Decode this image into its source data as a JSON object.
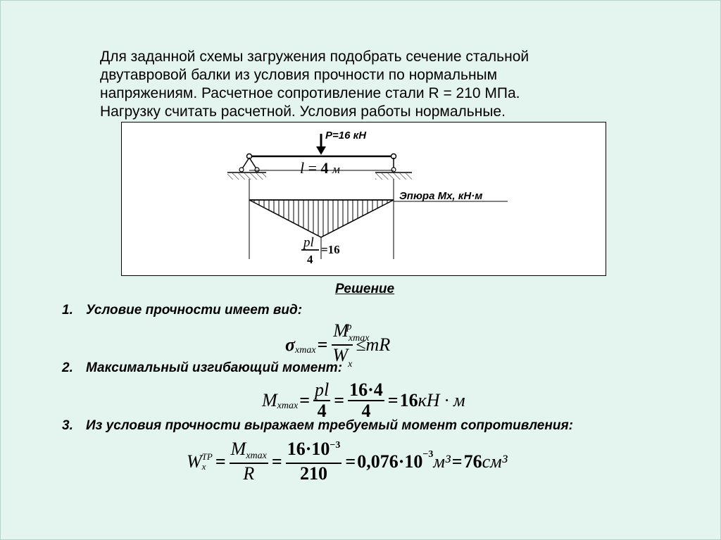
{
  "problem_text": [
    "Для заданной схемы загружения подобрать сечение стальной",
    "двутавровой балки из условия прочности по нормальным",
    "напряжениям. Расчетное сопротивление стали R = 210 МПа.",
    "Нагрузку считать расчетной. Условия работы нормальные."
  ],
  "diagram": {
    "load_label": "P=16 кН",
    "span_label_l": "l",
    "span_label_eq": "= ",
    "span_label_value": "4",
    "span_label_unit": "м",
    "epure_label": "Эпюра Мх, кН·м",
    "max_label_num": "pl",
    "max_label_den": "4",
    "max_label_value": "=16"
  },
  "solution": {
    "heading": "Решение",
    "steps": [
      {
        "number": "1.",
        "text": "Условие прочности имеет вид:"
      },
      {
        "number": "2.",
        "text": "Максимальный изгибающий момент:"
      },
      {
        "number": "3.",
        "text": "Из условия прочности выражаем требуемый момент сопротивления:"
      }
    ]
  },
  "formulas": {
    "f1": {
      "sigma": "σ",
      "sigma_sub": "xmax",
      "eq": "=",
      "num_M": "M",
      "num_sup": "p",
      "num_sub": "xmax",
      "den_W": "W",
      "den_sub": "x",
      "rhs": "≤mR"
    },
    "f2": {
      "M": "M",
      "M_sub": "xmax",
      "eq1": "=",
      "frac1_num": "pl",
      "frac1_den": "4",
      "eq2": "=",
      "frac2_num": "16·4",
      "frac2_den": "4",
      "eq3": "=",
      "result_num": "16",
      "result_unit": "кН · м"
    },
    "f3": {
      "W": "W",
      "W_sup": "TP",
      "W_sub": "x",
      "eq1": "=",
      "frac1_num_M": "M",
      "frac1_num_sub": "xmax",
      "frac1_den": "R",
      "eq2": "=",
      "frac2_num": "16·10",
      "frac2_num_sup": "−3",
      "frac2_den": "210",
      "eq3": "=",
      "val1": "0,076·10",
      "val1_sup": "−3",
      "val1_unit": "м³",
      "eq4": "=",
      "val2": "76",
      "val2_unit": "см³"
    }
  }
}
